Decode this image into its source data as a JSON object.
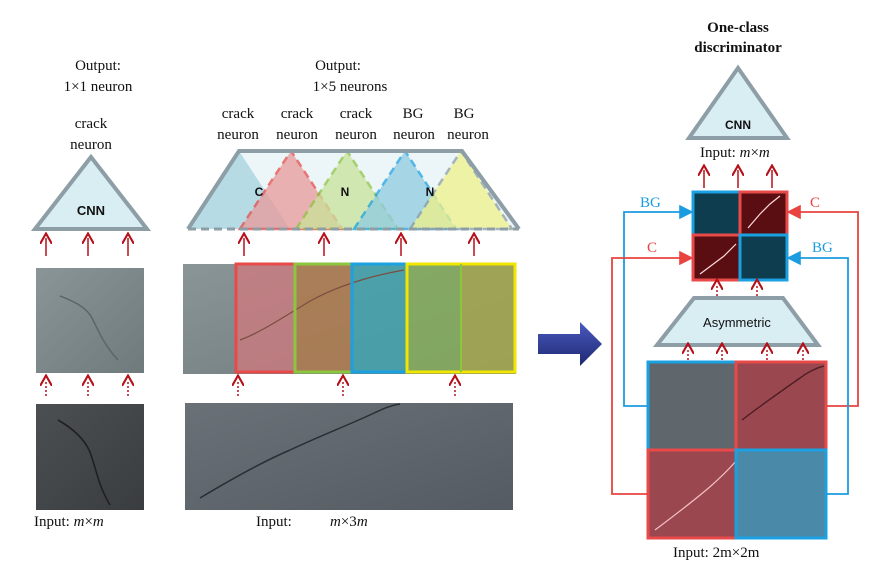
{
  "left": {
    "output_line1": "Output:",
    "output_line2": "1×1 neuron",
    "neuron_line1": "crack",
    "neuron_line2": "neuron",
    "cnn": "CNN",
    "input_prefix": "Input: ",
    "input_m1": "m",
    "input_x": "×",
    "input_m2": "m"
  },
  "middle": {
    "output_line1": "Output:",
    "output_line2": "1×5 neurons",
    "neurons": [
      {
        "line1": "crack",
        "line2": "neuron"
      },
      {
        "line1": "crack",
        "line2": "neuron"
      },
      {
        "line1": "crack",
        "line2": "neuron"
      },
      {
        "line1": "BG",
        "line2": "neuron"
      },
      {
        "line1": "BG",
        "line2": "neuron"
      }
    ],
    "triangle_letters": [
      "C",
      "N",
      "N"
    ],
    "input_prefix": "Input:",
    "input_m1": "m",
    "input_x": "×3",
    "input_m2": "m"
  },
  "right": {
    "title_line1": "One-class",
    "title_line2": "discriminator",
    "cnn": "CNN",
    "cnn_input_prefix": "Input: ",
    "cnn_input_m1": "m",
    "cnn_input_x": "×",
    "cnn_input_m2": "m",
    "asymmetric": "Asymmetric",
    "arrow_labels": {
      "bg_top": "BG",
      "c_top": "C",
      "c_left": "C",
      "bg_right": "BG"
    },
    "input_prefix": "Input: ",
    "input_value": "2m×2m"
  },
  "colors": {
    "red": "#e84a4a",
    "green": "#8cc63f",
    "blue": "#1ba1e2",
    "yellow": "#f0e600",
    "gray": "#8d9ea6",
    "dark_red": "#b5101a",
    "arrow_blue": "#1b9ce0",
    "navy_arrow": "#2e3a92"
  }
}
